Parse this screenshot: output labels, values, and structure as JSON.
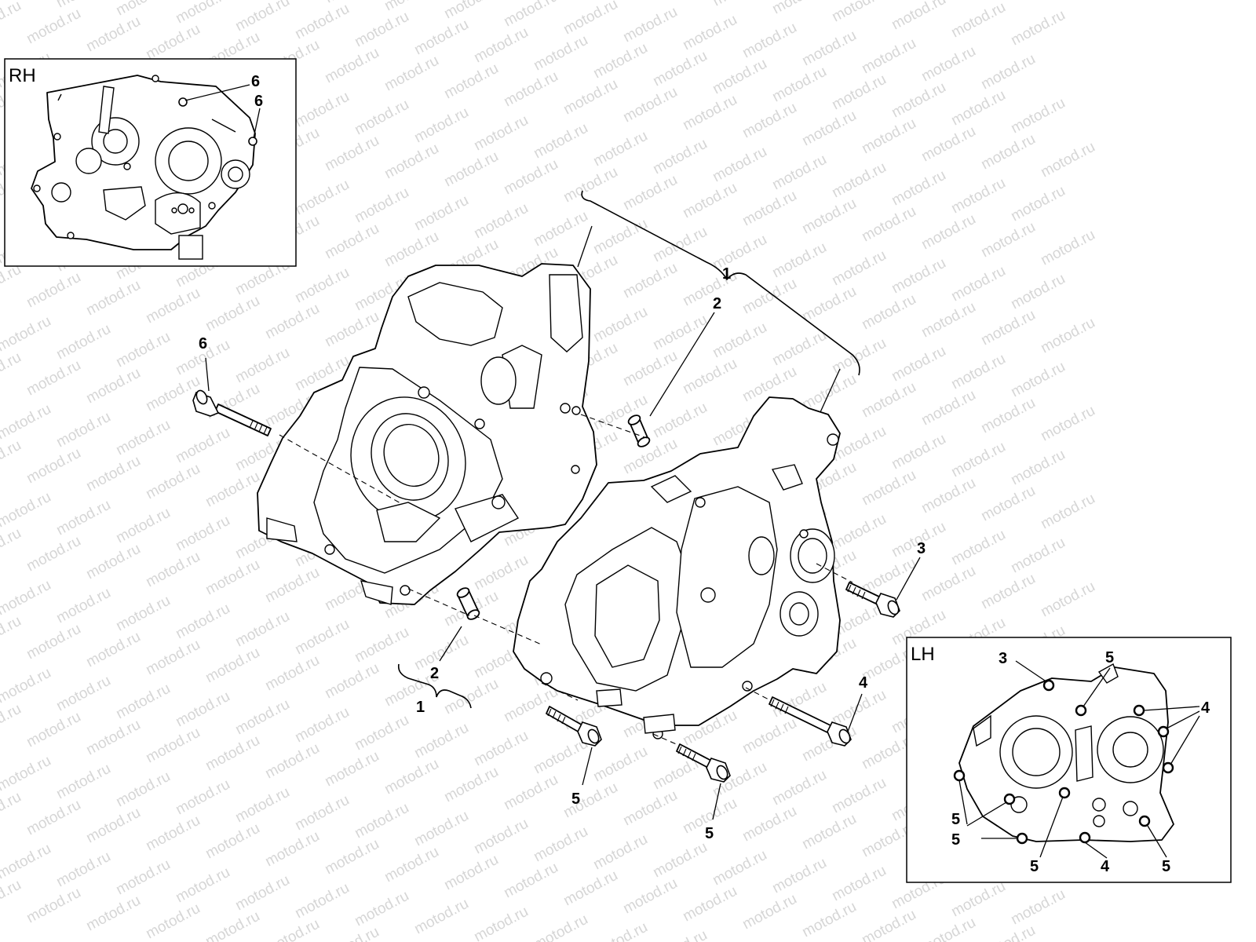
{
  "inset_rh": {
    "label": "RH",
    "callouts": [
      "6",
      "6"
    ]
  },
  "inset_lh": {
    "label": "LH",
    "callouts": [
      "3",
      "5",
      "4",
      "5",
      "5",
      "5",
      "4",
      "5"
    ]
  },
  "main_callouts": {
    "c1_top": "1",
    "c2_top": "2",
    "c6": "6",
    "c3": "3",
    "c2_bottom": "2",
    "c1_bottom": "1",
    "c4": "4",
    "c5_left": "5",
    "c5_right": "5"
  },
  "watermark": {
    "text": "motod.ru",
    "color": "#d6d6d6"
  },
  "icons": [
    "crankcase-rh-half",
    "crankcase-lh-half",
    "dowel-pin",
    "flange-bolt"
  ]
}
